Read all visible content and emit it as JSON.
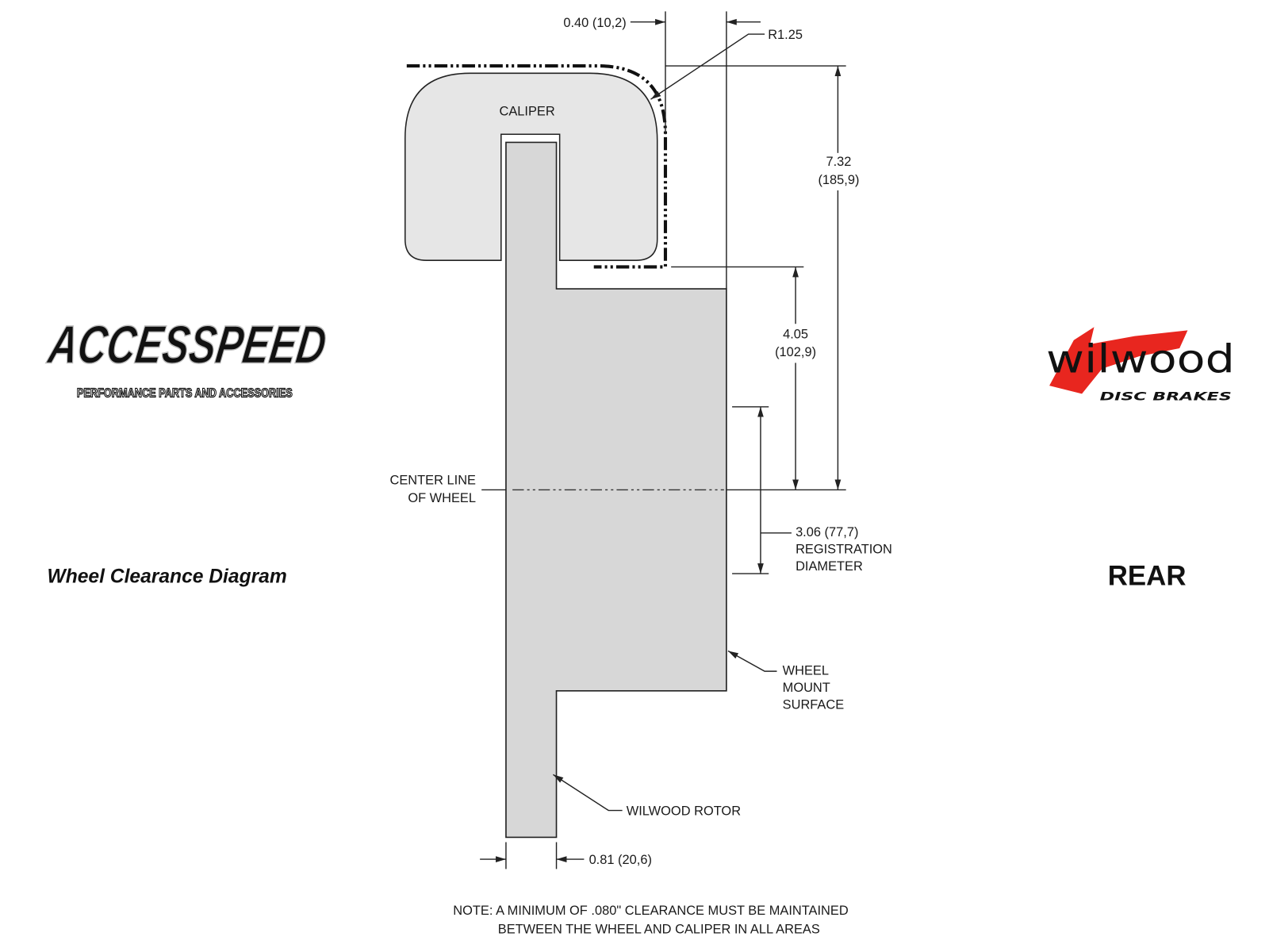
{
  "logos": {
    "accesspeed": {
      "name": "ACCESSPEED",
      "tagline": "PERFORMANCE PARTS AND ACCESSORIES"
    },
    "wilwood": {
      "name": "wilwood",
      "tagline": "DISC BRAKES",
      "accent": "#e8261f"
    }
  },
  "title": "Wheel Clearance Diagram",
  "position": "REAR",
  "labels": {
    "caliper": "CALIPER",
    "dim_offset": "0.40 (10,2)",
    "radius": "R1.25",
    "dim_total_1": "7.32",
    "dim_total_2": "(185,9)",
    "dim_caliper_1": "4.05",
    "dim_caliper_2": "(102,9)",
    "centerline_1": "CENTER LINE",
    "centerline_2": "OF WHEEL",
    "registration_1": "3.06 (77,7)",
    "registration_2": "REGISTRATION",
    "registration_3": "DIAMETER",
    "mount_1": "WHEEL",
    "mount_2": "MOUNT",
    "mount_3": "SURFACE",
    "rotor": "WILWOOD ROTOR",
    "rotor_width": "0.81 (20,6)",
    "note_1": "NOTE: A MINIMUM OF .080\" CLEARANCE MUST BE MAINTAINED",
    "note_2": "BETWEEN THE WHEEL AND CALIPER IN ALL AREAS"
  }
}
